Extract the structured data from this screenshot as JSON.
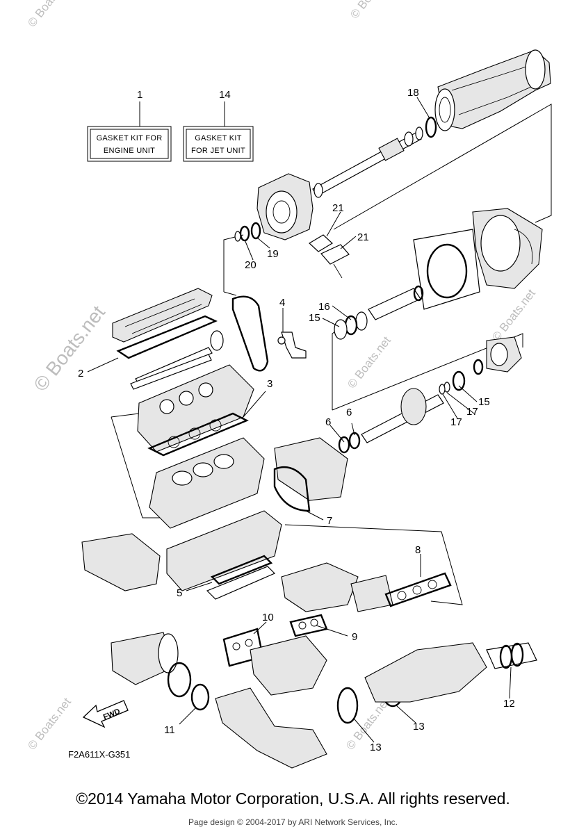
{
  "kits": [
    {
      "number": "1",
      "line1": "GASKET KIT FOR",
      "line2": "ENGINE UNIT"
    },
    {
      "number": "14",
      "line1": "GASKET KIT",
      "line2": "FOR JET UNIT"
    }
  ],
  "callouts": [
    "2",
    "3",
    "4",
    "5",
    "6",
    "6",
    "7",
    "8",
    "9",
    "10",
    "11",
    "12",
    "13",
    "13",
    "15",
    "15",
    "16",
    "17",
    "17",
    "18",
    "19",
    "20",
    "21",
    "21"
  ],
  "diagram_code": "F2A611X-G351",
  "fwd_label": "FWD",
  "watermark": "© Boats.net",
  "copyright": "©2014 Yamaha Motor Corporation, U.S.A. All rights reserved.",
  "page_design": "Page design © 2004-2017 by ARI Network Services, Inc."
}
